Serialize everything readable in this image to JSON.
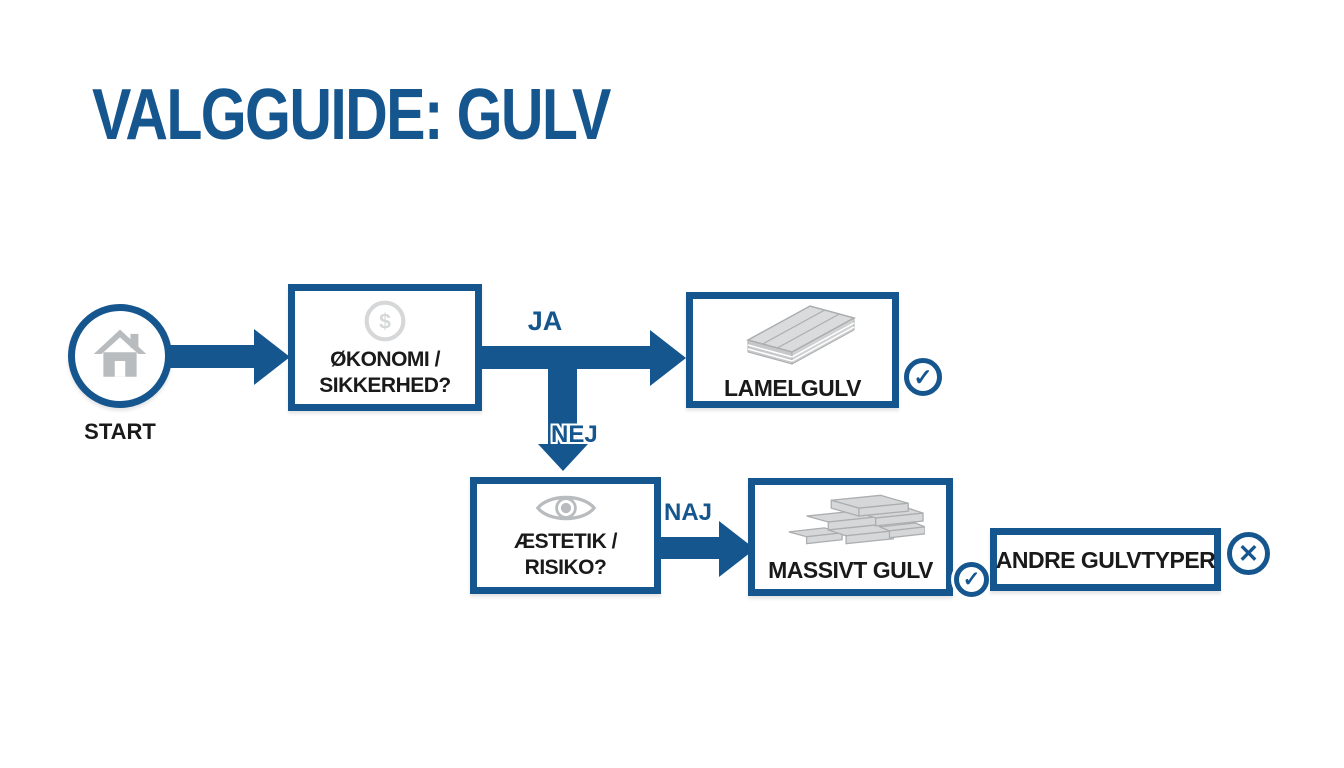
{
  "title": "VALGGUIDE: GULV",
  "colors": {
    "accent": "#16568E",
    "icon_gray": "#B9BCBE",
    "text_dark": "#1A1A1A",
    "background": "#FFFFFF"
  },
  "flow": {
    "start": {
      "label": "START",
      "icon": "house-icon"
    },
    "decision_economy": {
      "line1": "ØKONOMI /",
      "line2": "SIKKERHED?",
      "icon": "coin-icon"
    },
    "decision_aesthetic": {
      "line1": "ÆSTETIK /",
      "line2": "RISIKO?",
      "icon": "eye-icon"
    },
    "result_lamel": {
      "label": "LAMELGULV",
      "icon": "engineered-plank-icon",
      "status": "approved"
    },
    "result_massiv": {
      "label": "MASSIVT GULV",
      "icon": "solid-planks-icon",
      "status": "approved"
    },
    "result_other": {
      "label": "ANDRE GULVTYPER",
      "status": "rejected"
    },
    "edge_labels": {
      "ja": "JA",
      "nej": "NEJ",
      "naj": "NAJ"
    },
    "status_glyphs": {
      "approved": "✓",
      "rejected": "✕"
    }
  }
}
